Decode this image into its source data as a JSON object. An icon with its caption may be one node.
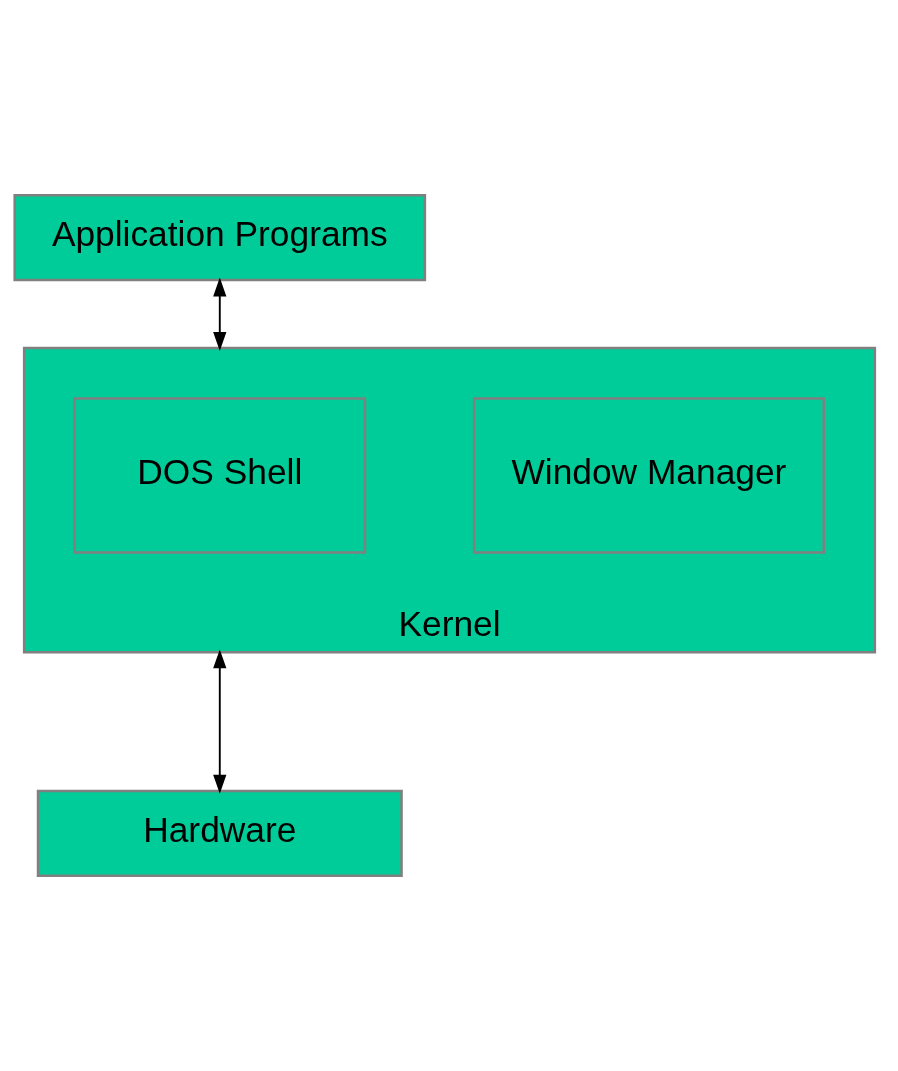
{
  "diagram": {
    "nodes": [
      {
        "text": [
          "Application Programs"
        ]
      },
      {
        "text": [
          "Kernel"
        ]
      },
      {
        "text": [
          "DOS Shell"
        ],
        "in": 1
      },
      {
        "text": [
          "Window Manager"
        ],
        "in": 1
      },
      {
        "text": [
          "Hardware"
        ]
      }
    ],
    "edges": [
      {
        "from": 0,
        "to": 1,
        "arrow": "both"
      },
      {
        "from": 1,
        "to": 4,
        "arrow": "both"
      }
    ]
  }
}
